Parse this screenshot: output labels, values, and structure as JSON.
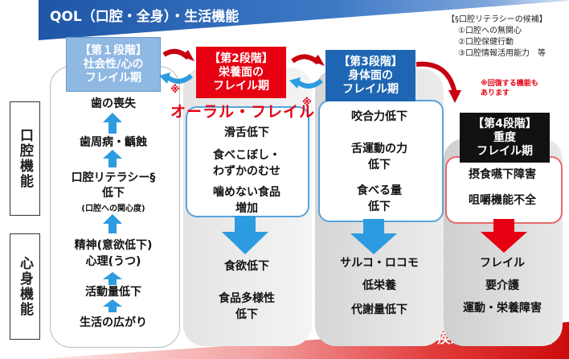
{
  "header": {
    "title": "QOL（口腔・全身）・生活機能"
  },
  "footer": {
    "title": "疾患（多病）・多剤"
  },
  "side_labels": {
    "oral": "口腔機能",
    "mental": "心身機能"
  },
  "notes": {
    "title": "【§口腔リテラシーの候補】",
    "items": [
      "①口腔への無関心",
      "②口腔保健行動",
      "③口腔情報活用能力　等"
    ]
  },
  "oral_frail_label": "オーラル・フレイル",
  "asterisk_marks": [
    "※",
    "※"
  ],
  "recovery_note": {
    "line1": "※回復する機能も",
    "line2": "あります"
  },
  "stages": [
    {
      "title_lines": [
        "【第１段階】",
        "社会性/心の",
        "フレイル期"
      ],
      "oral_items": [
        "歯の喪失",
        "歯周病・齲蝕",
        "口腔リテラシー§",
        "低下",
        "(口腔への関心度)"
      ],
      "body_items": [
        "精神(意欲低下)",
        "心理(うつ)",
        "活動量低下",
        "生活の広がり"
      ]
    },
    {
      "title_lines": [
        "【第2段階】",
        "栄養面の",
        "フレイル期"
      ],
      "oral_items": [
        "滑舌低下",
        "食べこぼし・",
        "わずかのむせ",
        "噛めない食品",
        "増加"
      ],
      "body_items": [
        "食欲低下",
        "食品多様性",
        "低下"
      ]
    },
    {
      "title_lines": [
        "【第3段階】",
        "身体面の",
        "フレイル期"
      ],
      "oral_items": [
        "咬合力低下",
        "舌運動の力",
        "低下",
        "食べる量",
        "低下"
      ],
      "body_items": [
        "サルコ・ロコモ",
        "低栄養",
        "代謝量低下"
      ]
    },
    {
      "title_lines": [
        "【第4段階】",
        "重度",
        "フレイル期"
      ],
      "oral_items": [
        "摂食嚥下障害",
        "咀嚼機能不全"
      ],
      "body_items": [
        "フレイル",
        "要介護",
        "運動・栄養障害"
      ]
    }
  ],
  "colors": {
    "stage1_head": "#8fb8e3",
    "stage2_head": "#e60012",
    "stage3_head": "#1e66b3",
    "stage4_head": "#111111",
    "arrow_blue": "#2d9be0",
    "arrow_red": "#e60012"
  }
}
